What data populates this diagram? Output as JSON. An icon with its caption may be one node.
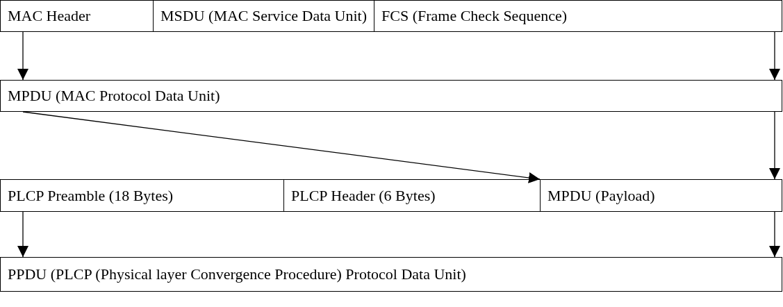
{
  "diagram": {
    "nodes": [
      {
        "text": [
          "MAC Header"
        ]
      },
      {
        "text": [
          "MSDU (MAC Service Data Unit)"
        ]
      },
      {
        "text": [
          "FCS (Frame Check Sequence)"
        ]
      },
      {
        "text": [
          "MPDU (MAC Protocol Data Unit)"
        ]
      },
      {
        "text": [
          "PLCP Preamble (18 Bytes)"
        ]
      },
      {
        "text": [
          "PLCP Header (6 Bytes)"
        ]
      },
      {
        "text": [
          "MPDU (Payload)"
        ]
      },
      {
        "text": [
          "PPDU (PLCP (Physical layer Convergence Procedure) Protocol Data Unit)"
        ]
      }
    ],
    "edges": [
      {
        "from": 0,
        "to": 3,
        "arrow": "to"
      },
      {
        "from": 2,
        "to": 3,
        "arrow": "to"
      },
      {
        "from": 3,
        "to": 6,
        "arrow": "to"
      },
      {
        "from": 3,
        "to": 6,
        "arrow": "to"
      },
      {
        "from": 4,
        "to": 7,
        "arrow": "to"
      },
      {
        "from": 6,
        "to": 7,
        "arrow": "to"
      }
    ]
  }
}
